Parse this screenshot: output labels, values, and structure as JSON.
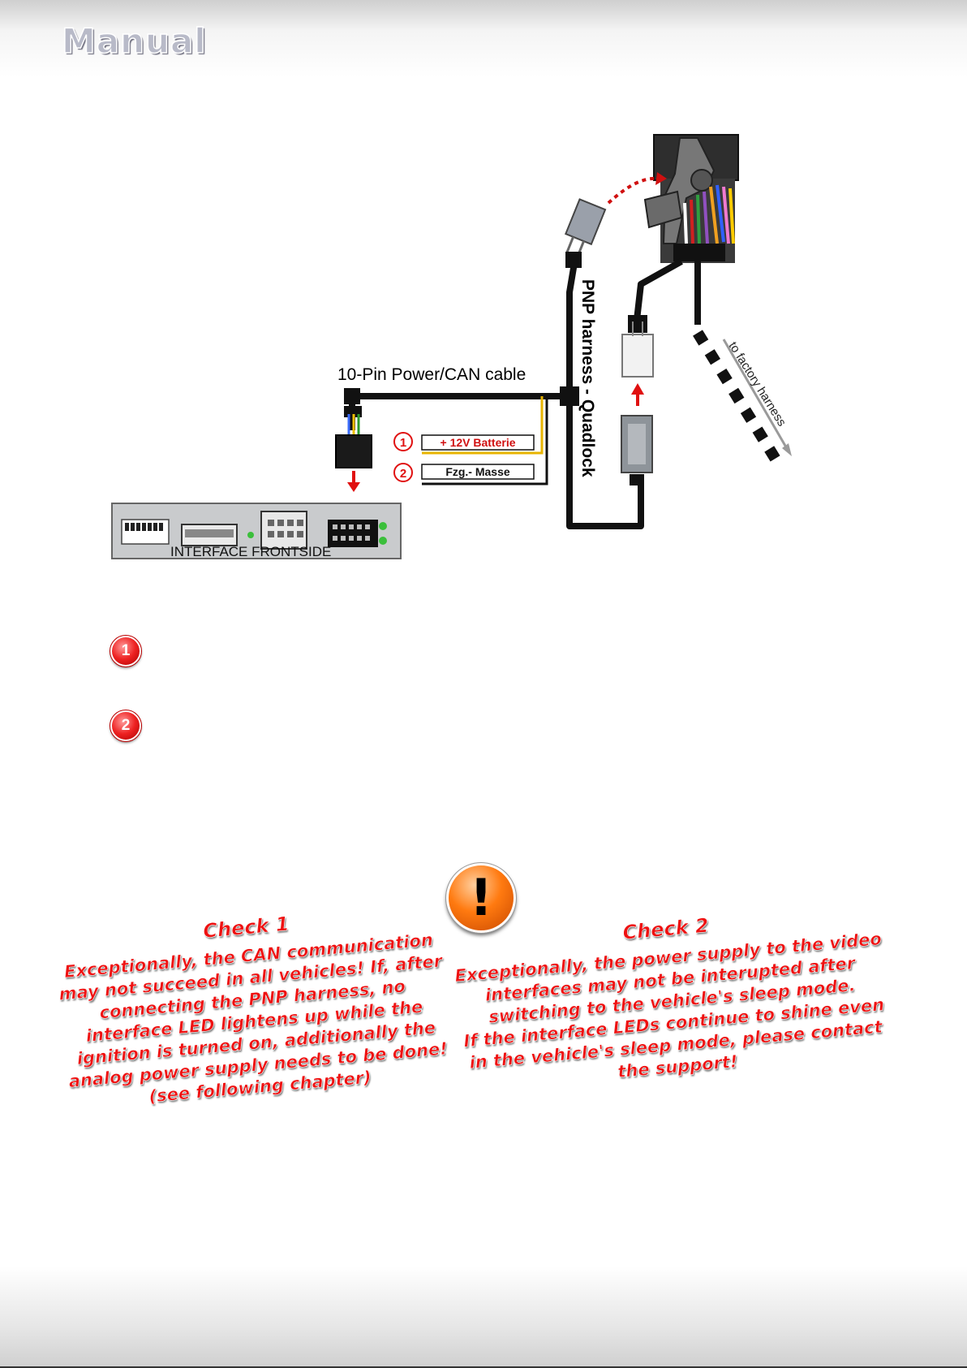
{
  "header": {
    "logo_text": "Manual"
  },
  "diagram": {
    "cable_label": "10-Pin Power/CAN cable",
    "harness_label": "PNP harness - Quadlock",
    "factory_label": "to factory harness",
    "interface_label": "INTERFACE FRONTSIDE",
    "tag_1_number": "1",
    "tag_1_text": "+ 12V Batterie",
    "tag_2_number": "2",
    "tag_2_text": "Fzg.- Masse"
  },
  "markers": {
    "first": "1",
    "second": "2"
  },
  "notes": {
    "check1": {
      "title": "Check 1",
      "body": "Exceptionally, the CAN communication\nmay not succeed in all vehicles! If, after\nconnecting the PNP harness, no\ninterface LED lightens up while the\nignition is turned on, additionally the\nanalog power supply needs to be done!\n(see following chapter)"
    },
    "check2": {
      "title": "Check 2",
      "body": "Exceptionally, the power supply to the video\ninterfaces may not be interupted after\nswitching to the vehicle's sleep mode.\nIf the interface LEDs continue to shine even\nin the vehicle's sleep mode, please contact\nthe support!"
    }
  },
  "warning_icon": "exclamation-icon",
  "colors": {
    "accent_red": "#ee1111",
    "warning_orange": "#ff7a10",
    "wire_yellow": "#e8b400"
  }
}
